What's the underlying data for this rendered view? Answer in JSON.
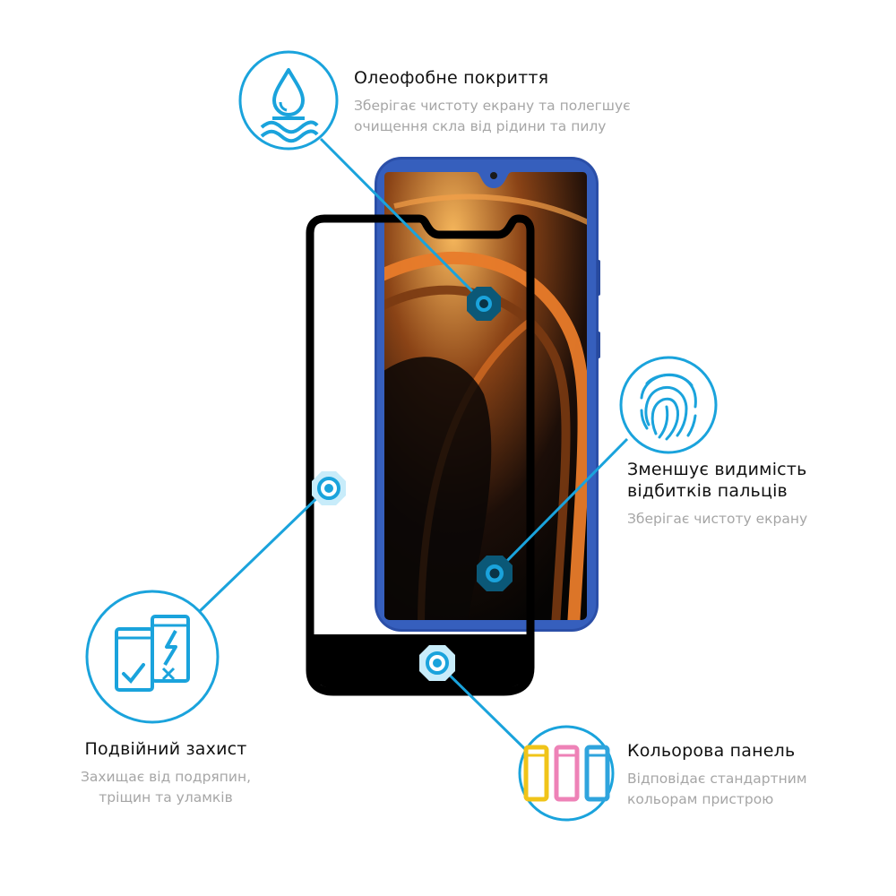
{
  "features": {
    "oleophobic": {
      "title": "Олеофобне покриття",
      "desc_line1": "Зберігає чистоту екрану та полегшує",
      "desc_line2": "очищення скла від рідини та пилу",
      "icon": "water-drop-icon"
    },
    "fingerprint": {
      "title_line1": "Зменшує видимість",
      "title_line2": "відбитків пальців",
      "desc": "Зберігає чистоту екрану",
      "icon": "fingerprint-icon"
    },
    "double": {
      "title": "Подвійний захист",
      "desc_line1": "Захищає від подряпин,",
      "desc_line2": "тріщин та уламків",
      "icon": "shield-glass-icon"
    },
    "panel": {
      "title": "Кольорова панель",
      "desc_line1": "Відповідає стандартним",
      "desc_line2": "кольорам пристрою",
      "icon": "colored-phones-icon"
    }
  },
  "colors": {
    "accent": "#1aa3dc",
    "accent_dark": "#0e6b8e",
    "phone_body": "#2b4fa8",
    "glass_frame": "#000000",
    "panel_yellow": "#f0c419",
    "panel_pink": "#ee82b7",
    "panel_blue": "#2fa4dd"
  }
}
